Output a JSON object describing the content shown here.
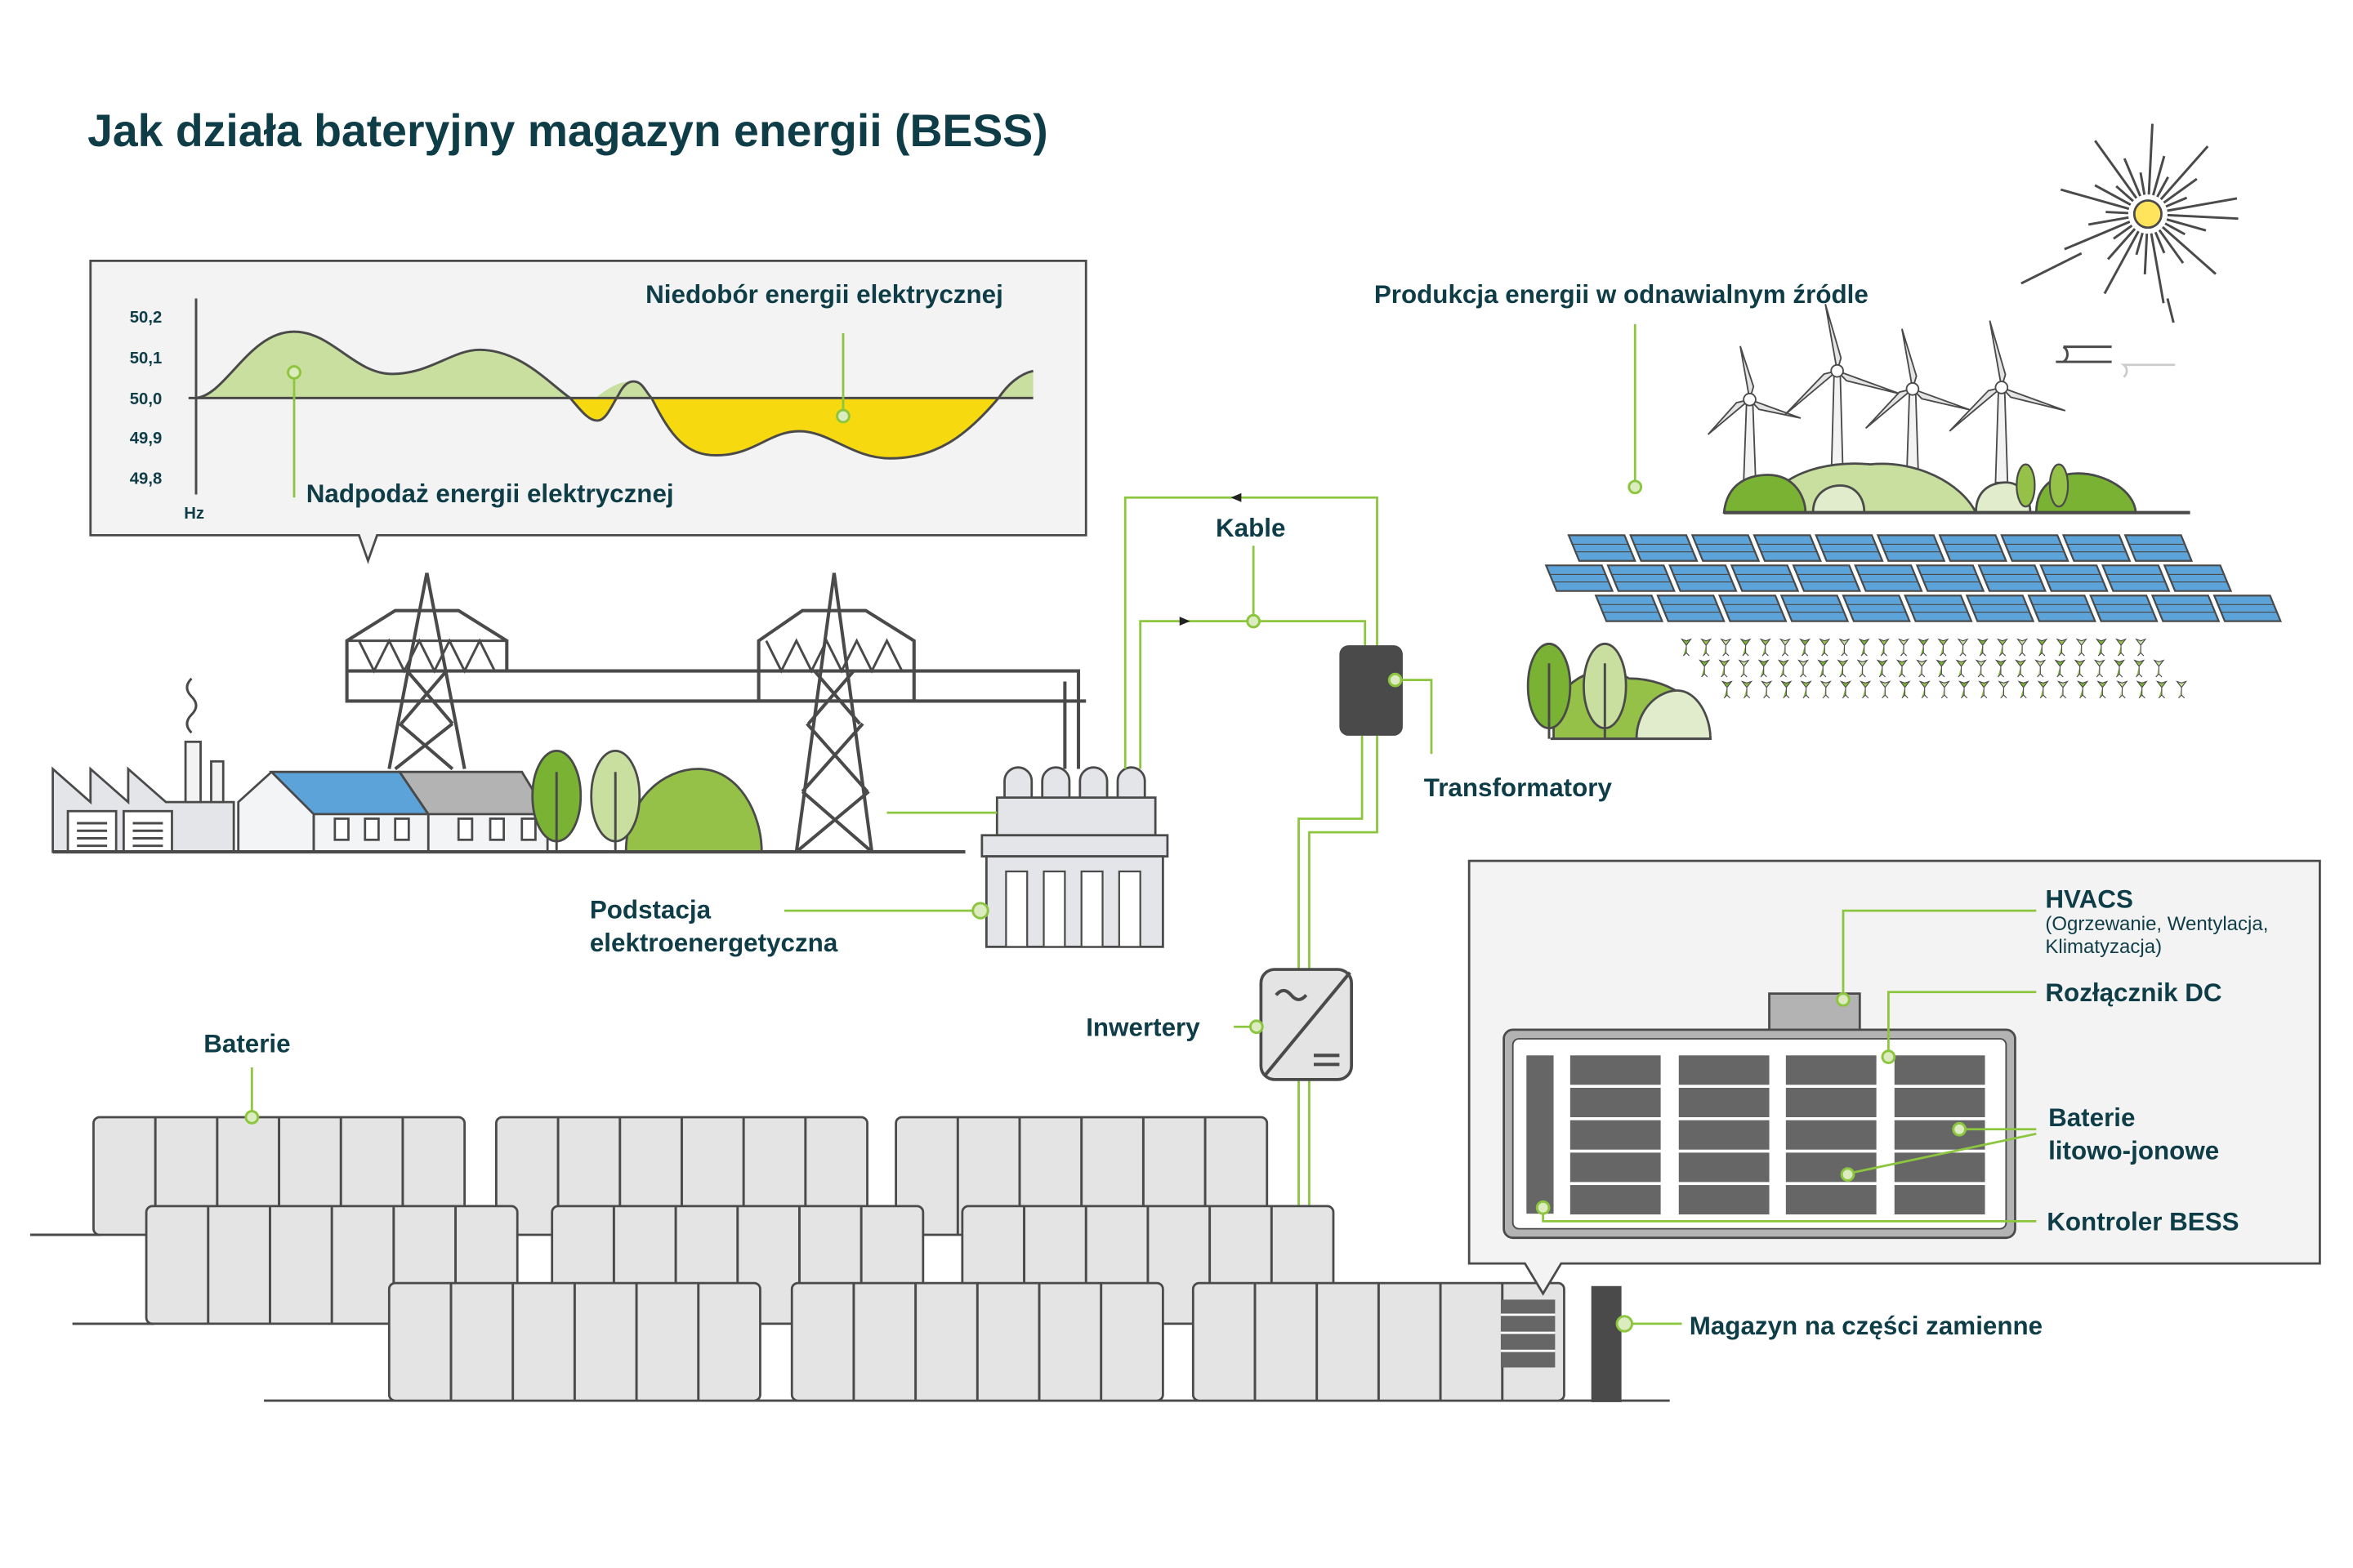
{
  "title": "Jak działa bateryjny magazyn energii (BESS)",
  "colors": {
    "text": "#0f3d47",
    "accent_green": "#8cc63f",
    "surplus_fill": "#c8df9f",
    "deficit_fill": "#f7d90f",
    "sun": "#ffe45c",
    "pv_blue": "#5ba3d9",
    "outline": "#4a4a4a",
    "panel_bg": "#f3f3f3"
  },
  "frequency_chart": {
    "y_ticks": [
      "50,2",
      "50,1",
      "50,0",
      "49,9",
      "49,8"
    ],
    "unit": "Hz",
    "label_surplus": "Nadpodaż energii elektrycznej",
    "label_deficit": "Niedobór energii elektrycznej",
    "baseline": 50.0
  },
  "labels": {
    "renewable": "Produkcja energii w odnawialnym źródle",
    "cables": "Kable",
    "transformers": "Transformatory",
    "substation_line1": "Podstacja",
    "substation_line2": "elektroenergetyczna",
    "inverters": "Inwertery",
    "batteries": "Baterie",
    "spare_parts": "Magazyn na części zamienne"
  },
  "container_detail": {
    "hvacs": "HVACS",
    "hvacs_sub1": "(Ogrzewanie, Wentylacja,",
    "hvacs_sub2": "Klimatyzacja)",
    "dc_switch": "Rozłącznik DC",
    "li_ion_line1": "Baterie",
    "li_ion_line2": "litowo-jonowe",
    "controller": "Kontroler BESS"
  },
  "icons": {
    "factory": "factory-icon",
    "pylon": "power-pylon-icon",
    "sun": "sun-icon",
    "wind": "wind-turbine-icon",
    "pv": "solar-panel-icon",
    "transformer": "transformer-icon",
    "inverter": "inverter-icon",
    "battery": "battery-container-icon"
  }
}
